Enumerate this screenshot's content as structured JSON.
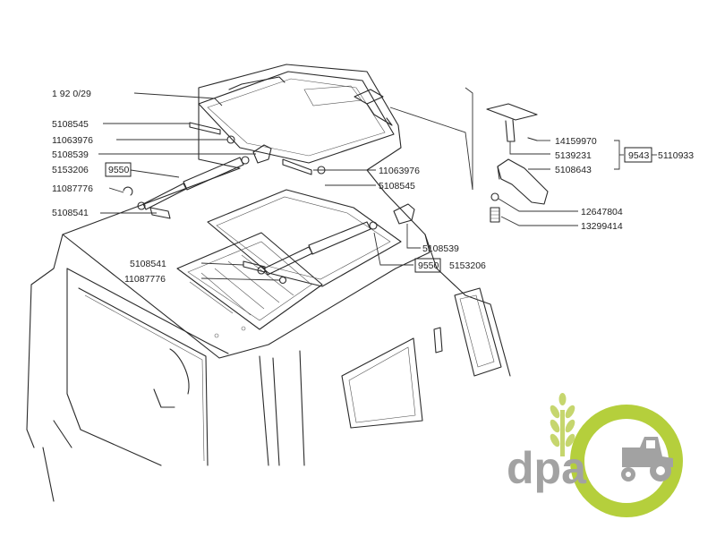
{
  "diagram": {
    "header_ref": "1 92 0/29",
    "callouts": {
      "c_5108545_a": "5108545",
      "c_11063976_a": "11063976",
      "c_5108539_a": "5108539",
      "c_5153206_a": "5153206",
      "c_9550_a": "9550",
      "c_11087776_a": "11087776",
      "c_5108541_a": "5108541",
      "c_11063976_b": "11063976",
      "c_5108545_b": "5108545",
      "c_5108539_b": "5108539",
      "c_9550_b": "9550",
      "c_5153206_b": "5153206",
      "c_5108541_b": "5108541",
      "c_11087776_b": "11087776",
      "c_14159970": "14159970",
      "c_5139231": "5139231",
      "c_5108643": "5108643",
      "c_9543": "9543",
      "c_5110933": "5110933",
      "c_12647804": "12647804",
      "c_13299414": "13299414"
    }
  },
  "logo": {
    "text": "dpa",
    "colors": {
      "gray": "#a2a2a2",
      "green": "#b5cf3c",
      "wheat": "#c6d66e"
    }
  }
}
